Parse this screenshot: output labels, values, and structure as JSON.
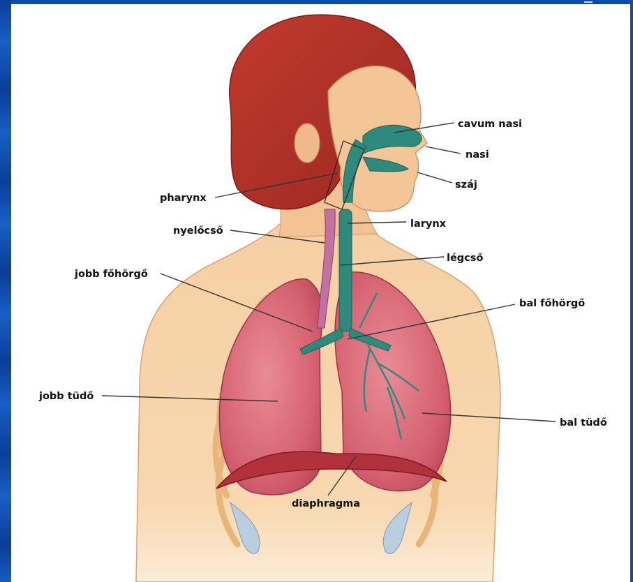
{
  "labels": {
    "cavum_nasi": "cavum nasi",
    "nasi": "nasi",
    "szaj": "száj",
    "pharynx": "pharynx",
    "larynx": "larynx",
    "nyelocso": "nyelőcső",
    "legcso": "légcső",
    "jobb_foborgo": "jobb főhörgő",
    "bal_foborgo": "bal főhörgő",
    "jobb_tudo": "jobb tüdő",
    "bal_tudo": "bal tüdő",
    "diaphragma": "diaphragma"
  },
  "colors": {
    "background": "#1156c0",
    "skin": "#f3c79b",
    "hair": "#b8322a",
    "airway": "#2e8a7c",
    "lung": "#d86b78",
    "diaphragm": "#b6323a",
    "esophagus": "#c06a9a",
    "rib": "#efc08a"
  }
}
